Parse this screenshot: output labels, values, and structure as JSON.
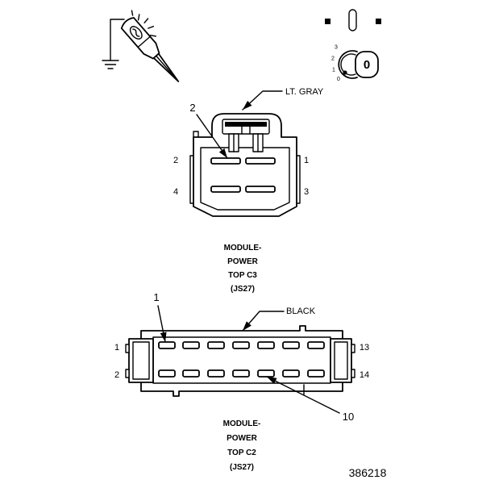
{
  "colors": {
    "line": "#000000",
    "background": "#ffffff"
  },
  "test_light": {
    "icon": "test-light-icon",
    "ground_icon": "ground-icon"
  },
  "ignition_switch": {
    "icon": "ignition-switch-icon",
    "position_labels": [
      "3",
      "2",
      "1",
      "0"
    ],
    "key_label": "0"
  },
  "connector_c3": {
    "wire_color": "LT. GRAY",
    "callout": "2",
    "pin_labels": {
      "top_left": "2",
      "top_right": "1",
      "bottom_left": "4",
      "bottom_right": "3"
    },
    "caption": [
      "MODULE-",
      "POWER",
      "TOP C3",
      "(JS27)"
    ]
  },
  "connector_c2": {
    "wire_color": "BLACK",
    "callouts": [
      "1",
      "10"
    ],
    "pin_labels": {
      "top_left": "1",
      "bottom_left": "2",
      "top_right": "13",
      "bottom_right": "14"
    },
    "caption": [
      "MODULE-",
      "POWER",
      "TOP C2",
      "(JS27)"
    ]
  },
  "figure_id": "386218"
}
